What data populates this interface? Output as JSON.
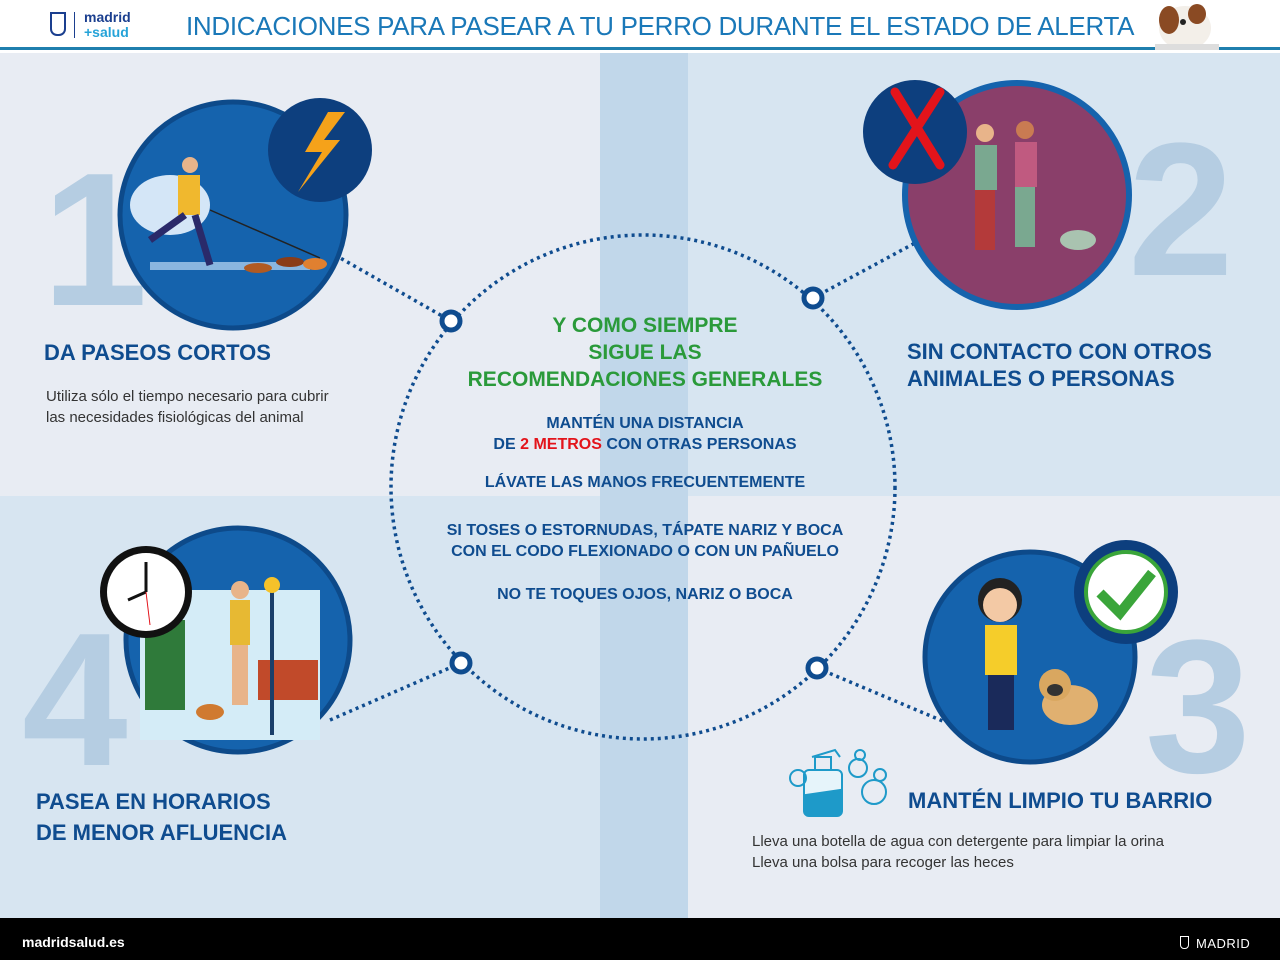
{
  "header": {
    "logo_line1": "madrid",
    "logo_line2": "+salud",
    "title": "INDICACIONES PARA PASEAR A TU PERRO DURANTE EL ESTADO DE ALERTA"
  },
  "steps": [
    {
      "number": "1",
      "title": "DA PASEOS CORTOS",
      "text": [
        "Utiliza sólo el tiempo necesario para cubrir",
        "las necesidades fisiológicas del animal"
      ]
    },
    {
      "number": "2",
      "title": [
        "SIN CONTACTO CON OTROS",
        "ANIMALES O PERSONAS"
      ]
    },
    {
      "number": "3",
      "title": "MANTÉN LIMPIO TU BARRIO",
      "text": [
        "Lleva una botella de agua con detergente para limpiar la orina",
        "Lleva una bolsa para recoger las heces"
      ]
    },
    {
      "number": "4",
      "title": [
        "PASEA EN HORARIOS",
        "DE MENOR AFLUENCIA"
      ]
    }
  ],
  "center": {
    "heading": [
      "Y COMO SIEMPRE",
      "SIGUE LAS",
      "RECOMENDACIONES GENERALES"
    ],
    "distance_line1": "MANTÉN UNA DISTANCIA",
    "distance_pre": "DE ",
    "distance_highlight": "2 METROS",
    "distance_post": " CON OTRAS PERSONAS",
    "hands": "LÁVATE LAS MANOS FRECUENTEMENTE",
    "cough": [
      "SI TOSES O ESTORNUDAS, TÁPATE NARIZ Y BOCA",
      "CON EL CODO FLEXIONADO O CON UN PAÑUELO"
    ],
    "touch": "NO TE TOQUES OJOS, NARIZ O BOCA"
  },
  "footer": {
    "website": "madridsalud.es",
    "city": "MADRID"
  },
  "colors": {
    "accent": "#0f4c8f",
    "green": "#2a9a3a",
    "red": "#e3141b",
    "circle": "#1563ad"
  }
}
